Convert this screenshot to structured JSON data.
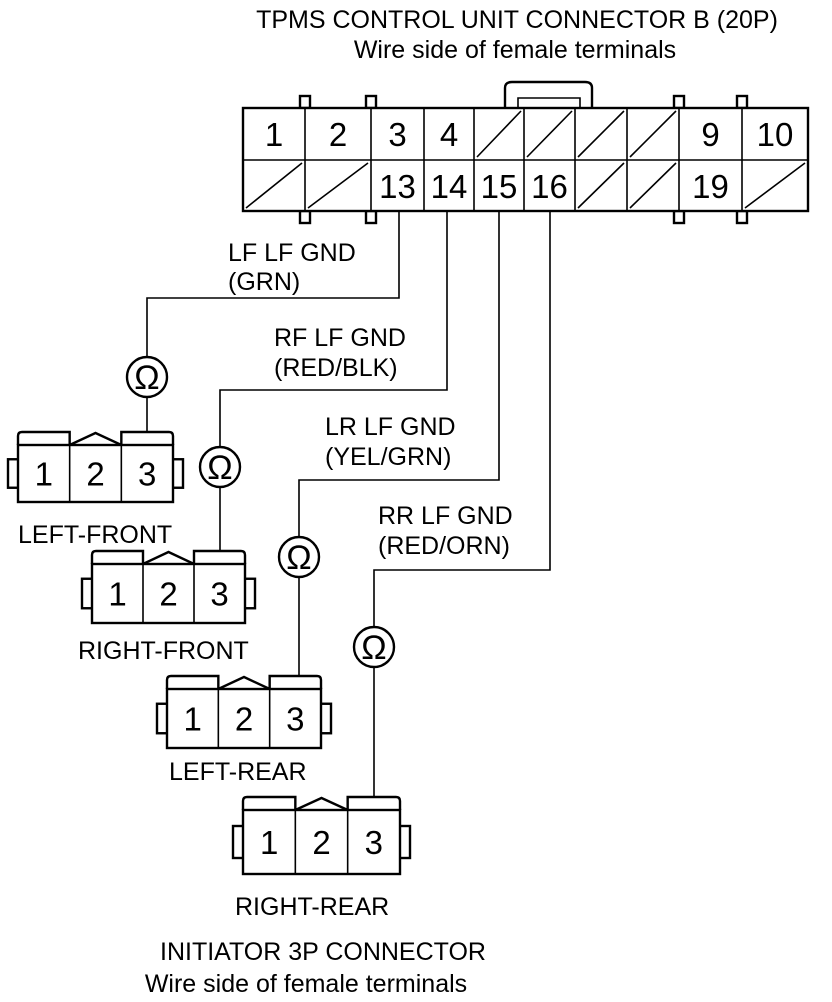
{
  "main_connector": {
    "title": "TPMS CONTROL UNIT CONNECTOR B (20P)",
    "subtitle": "Wire side of female terminals",
    "top_row": [
      "1",
      "2",
      "3",
      "4",
      "",
      "",
      "",
      "",
      "9",
      "10"
    ],
    "bottom_row": [
      "",
      "",
      "13",
      "14",
      "15",
      "16",
      "",
      "",
      "19",
      ""
    ]
  },
  "wires": [
    {
      "name": "LF LF GND",
      "color": "(GRN)",
      "terminal": "13"
    },
    {
      "name": "RF LF GND",
      "color": "(RED/BLK)",
      "terminal": "14"
    },
    {
      "name": "LR LF GND",
      "color": "(YEL/GRN)",
      "terminal": "15"
    },
    {
      "name": "RR LF GND",
      "color": "(RED/ORN)",
      "terminal": "16"
    }
  ],
  "meter_symbol": "Ω",
  "initiators": [
    {
      "label": "LEFT-FRONT",
      "pins": [
        "1",
        "2",
        "3"
      ]
    },
    {
      "label": "RIGHT-FRONT",
      "pins": [
        "1",
        "2",
        "3"
      ]
    },
    {
      "label": "LEFT-REAR",
      "pins": [
        "1",
        "2",
        "3"
      ]
    },
    {
      "label": "RIGHT-REAR",
      "pins": [
        "1",
        "2",
        "3"
      ]
    }
  ],
  "footer": {
    "title": "INITIATOR 3P CONNECTOR",
    "subtitle": "Wire side of female terminals"
  }
}
